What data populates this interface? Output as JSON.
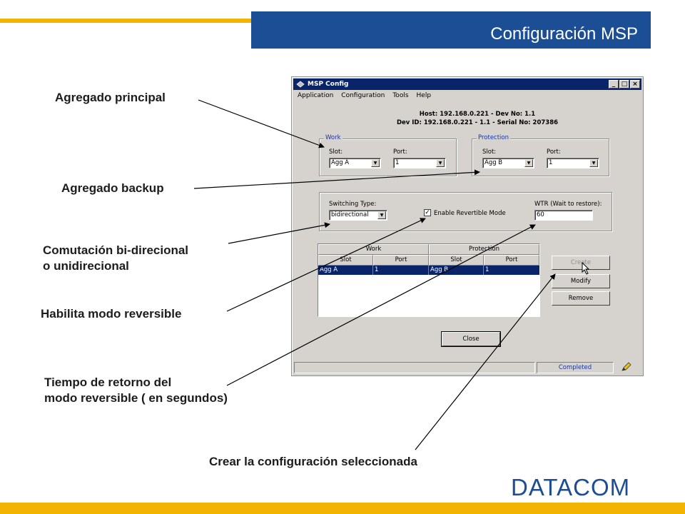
{
  "slide": {
    "title": "Configuración MSP",
    "logo": "DATACOM"
  },
  "callouts": {
    "agregado_principal": "Agregado principal",
    "agregado_backup": "Agregado backup",
    "comutacion_line1": "Comutación bi-direcional",
    "comutacion_line2": "o unidirecional",
    "habilita": "Habilita modo reversible",
    "tiempo_line1": "Tiempo de retorno del",
    "tiempo_line2": "modo reversible ( en segundos)",
    "crear": "Crear la configuración seleccionada"
  },
  "window": {
    "title": "MSP Config",
    "buttons": {
      "minimize": "_",
      "maximize": "□",
      "close": "×"
    },
    "menu": [
      "Application",
      "Configuration",
      "Tools",
      "Help"
    ],
    "host_line": "Host: 192.168.0.221 - Dev No: 1.1",
    "dev_line": "Dev ID: 192.168.0.221 - 1.1 - Serial No: 207386",
    "work": {
      "legend": "Work",
      "slot_label": "Slot:",
      "slot_value": "Agg A",
      "port_label": "Port:",
      "port_value": "1"
    },
    "protection": {
      "legend": "Protection",
      "slot_label": "Slot:",
      "slot_value": "Agg B",
      "port_label": "Port:",
      "port_value": "1"
    },
    "switching": {
      "label": "Switching Type:",
      "value": "bidirectional",
      "revertible_label": "Enable Revertible Mode",
      "revertible_checked": true,
      "check_mark": "✓",
      "wtr_label": "WTR (Wait to restore):",
      "wtr_value": "60"
    },
    "table": {
      "group_headers": [
        "Work",
        "Protection"
      ],
      "columns": [
        "Slot",
        "Port",
        "Slot",
        "Port"
      ],
      "rows": [
        [
          "Agg A",
          "1",
          "Agg B",
          "1"
        ]
      ]
    },
    "actions": {
      "create": "Create",
      "modify": "Modify",
      "remove": "Remove",
      "close": "Close"
    },
    "status": "Completed"
  },
  "colors": {
    "title_bar_blue": "#1b4e94",
    "accent_gold": "#f2b400",
    "window_face": "#d6d3ce",
    "selection": "#0a246a"
  }
}
